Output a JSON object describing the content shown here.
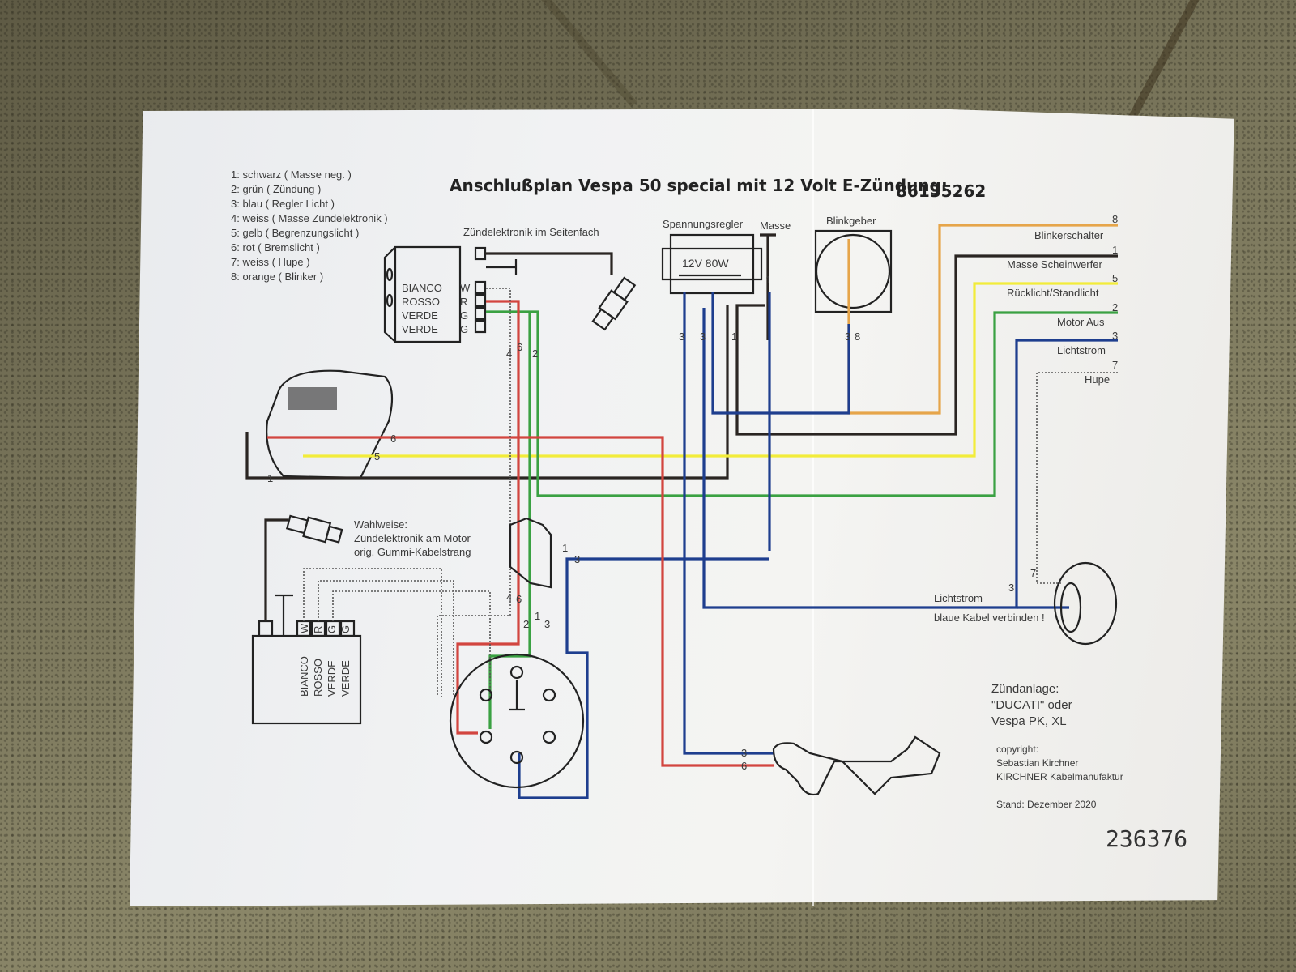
{
  "document": {
    "title": "Anschlußplan Vespa 50 special mit 12 Volt E-Zündung:",
    "part_number": "86135262",
    "serial_number": "236376"
  },
  "legend": [
    {
      "num": "1:",
      "text": "schwarz ( Masse neg. )",
      "color": "#2a2522"
    },
    {
      "num": "2:",
      "text": "grün ( Zündung )",
      "color": "#3aa142"
    },
    {
      "num": "3:",
      "text": "blau ( Regler Licht )",
      "color": "#1e3e8e"
    },
    {
      "num": "4:",
      "text": "weiss ( Masse Zündelektronik )",
      "color": "#ffffff"
    },
    {
      "num": "5:",
      "text": "gelb ( Begrenzungslicht )",
      "color": "#f2ec3a"
    },
    {
      "num": "6:",
      "text": "rot ( Bremslicht )",
      "color": "#d2453f"
    },
    {
      "num": "7:",
      "text": "weiss ( Hupe )",
      "color": "#ffffff"
    },
    {
      "num": "8:",
      "text": "orange ( Blinker )",
      "color": "#e6a54a"
    }
  ],
  "components": {
    "ignition_box_label": "Zündelektronik im Seitenfach",
    "pins": [
      {
        "name": "BIANCO",
        "code": "W"
      },
      {
        "name": "ROSSO",
        "code": "R"
      },
      {
        "name": "VERDE",
        "code": "G"
      },
      {
        "name": "VERDE",
        "code": "G"
      }
    ],
    "regulator_label": "Spannungsregler",
    "regulator_rating": "12V 80W",
    "ground_label": "Masse",
    "flasher_label": "Blinkgeber",
    "alt_note": [
      "Wahlweise:",
      "Zündelektronik am Motor",
      "orig. Gummi-Kabelstrang"
    ],
    "horn_note": [
      "Lichtstrom",
      "blaue Kabel verbinden !"
    ]
  },
  "connector_outputs": [
    {
      "num": "8",
      "label": "Blinkerschalter"
    },
    {
      "num": "1",
      "label": "Masse Scheinwerfer"
    },
    {
      "num": "5",
      "label": "Rücklicht/Standlicht"
    },
    {
      "num": "2",
      "label": "Motor Aus"
    },
    {
      "num": "3",
      "label": "Lichtstrom"
    },
    {
      "num": "7",
      "label": "Hupe"
    }
  ],
  "wire_numbers": {
    "n1": "1",
    "n2": "2",
    "n3": "3",
    "n4": "4",
    "n5": "5",
    "n6": "6",
    "n7": "7",
    "n8": "8"
  },
  "info": {
    "system": [
      "Zündanlage:",
      "\"DUCATI\" oder",
      "Vespa PK, XL"
    ],
    "copyright": [
      "copyright:",
      "Sebastian Kirchner",
      "KIRCHNER Kabelmanufaktur"
    ],
    "stand": "Stand: Dezember 2020"
  }
}
